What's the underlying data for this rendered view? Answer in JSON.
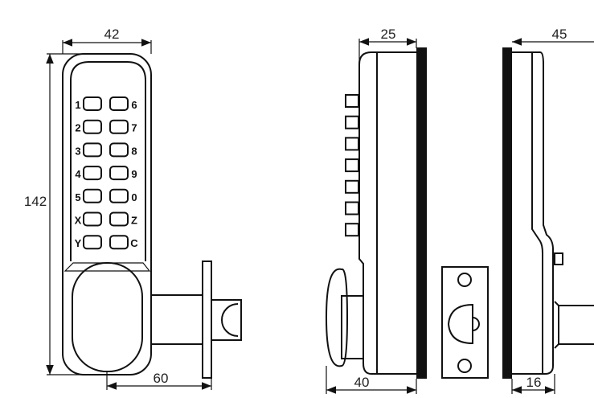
{
  "dimensions": {
    "front_width": "42",
    "front_height": "142",
    "backset": "60",
    "side_depth": "25",
    "side_total": "40",
    "rear_depth": "45",
    "rear_thickness": "16"
  },
  "keypad": {
    "left_labels": [
      "1",
      "2",
      "3",
      "4",
      "5",
      "X",
      "Y"
    ],
    "right_labels": [
      "6",
      "7",
      "8",
      "9",
      "0",
      "Z",
      "C"
    ]
  },
  "colors": {
    "line": "#111111",
    "background": "#ffffff"
  }
}
